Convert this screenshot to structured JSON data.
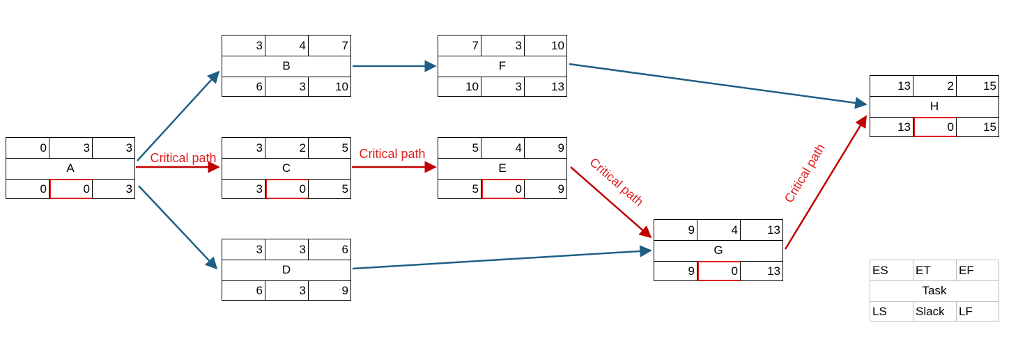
{
  "nodes": {
    "A": {
      "task": "A",
      "es": "0",
      "et": "3",
      "ef": "3",
      "ls": "0",
      "slack": "0",
      "lf": "3",
      "critical": true
    },
    "B": {
      "task": "B",
      "es": "3",
      "et": "4",
      "ef": "7",
      "ls": "6",
      "slack": "3",
      "lf": "10",
      "critical": false
    },
    "C": {
      "task": "C",
      "es": "3",
      "et": "2",
      "ef": "5",
      "ls": "3",
      "slack": "0",
      "lf": "5",
      "critical": true
    },
    "D": {
      "task": "D",
      "es": "3",
      "et": "3",
      "ef": "6",
      "ls": "6",
      "slack": "3",
      "lf": "9",
      "critical": false
    },
    "E": {
      "task": "E",
      "es": "5",
      "et": "4",
      "ef": "9",
      "ls": "5",
      "slack": "0",
      "lf": "9",
      "critical": true
    },
    "F": {
      "task": "F",
      "es": "7",
      "et": "3",
      "ef": "10",
      "ls": "10",
      "slack": "3",
      "lf": "13",
      "critical": false
    },
    "G": {
      "task": "G",
      "es": "9",
      "et": "4",
      "ef": "13",
      "ls": "9",
      "slack": "0",
      "lf": "13",
      "critical": true
    },
    "H": {
      "task": "H",
      "es": "13",
      "et": "2",
      "ef": "15",
      "ls": "13",
      "slack": "0",
      "lf": "15",
      "critical": true
    }
  },
  "edges": [
    {
      "from": "A",
      "to": "B",
      "critical": false
    },
    {
      "from": "A",
      "to": "C",
      "critical": true,
      "label": "Critical path"
    },
    {
      "from": "A",
      "to": "D",
      "critical": false
    },
    {
      "from": "B",
      "to": "F",
      "critical": false
    },
    {
      "from": "C",
      "to": "E",
      "critical": true,
      "label": "Critical path"
    },
    {
      "from": "E",
      "to": "G",
      "critical": true,
      "label": "Critical path"
    },
    {
      "from": "D",
      "to": "G",
      "critical": false
    },
    {
      "from": "F",
      "to": "H",
      "critical": false
    },
    {
      "from": "G",
      "to": "H",
      "critical": true,
      "label": "Critical path"
    }
  ],
  "legend": {
    "es": "ES",
    "et": "ET",
    "ef": "EF",
    "task": "Task",
    "ls": "LS",
    "slack": "Slack",
    "lf": "LF"
  },
  "colors": {
    "normal_edge": "#1f5f85",
    "critical_edge": "#c00000",
    "critical_label": "#e02020",
    "slack_highlight": "#e02020"
  }
}
